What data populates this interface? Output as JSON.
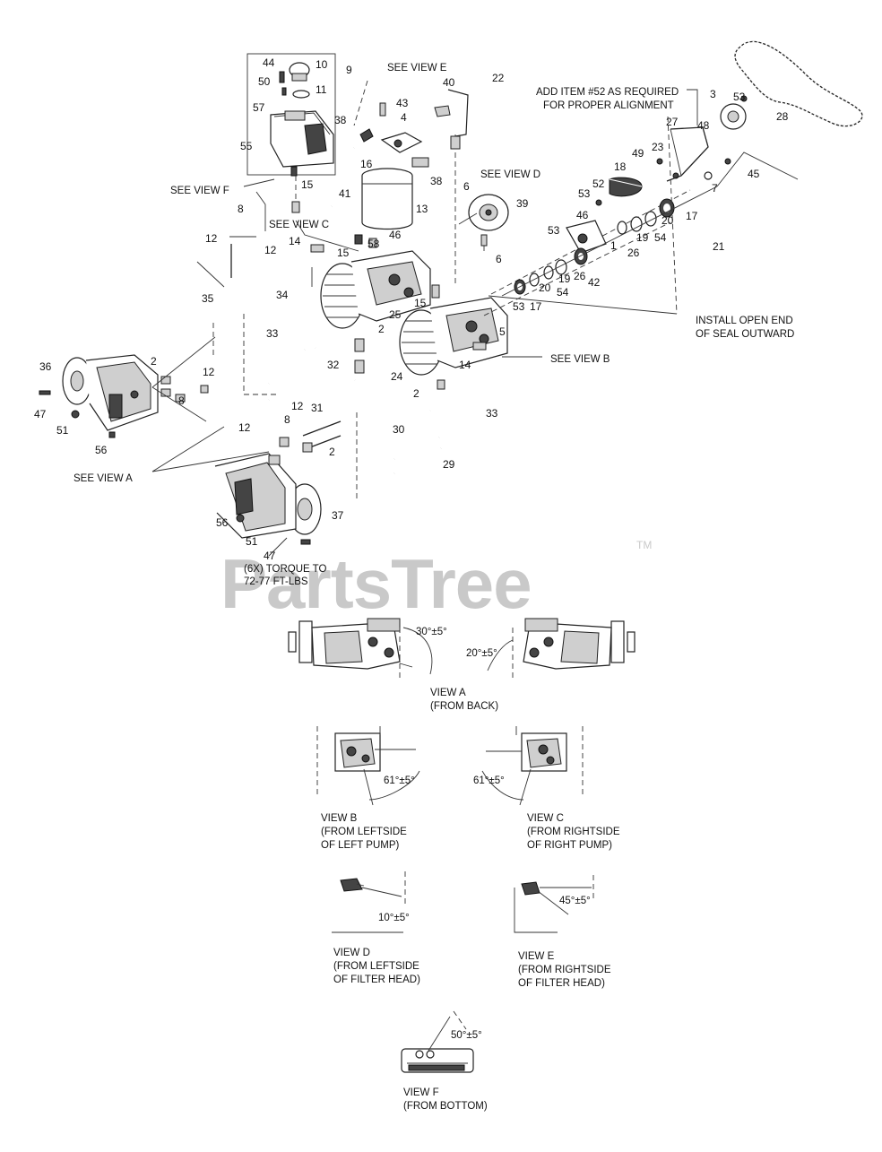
{
  "watermark": {
    "brand": "PartsTree",
    "tm": "TM"
  },
  "callouts": [
    {
      "id": "c44",
      "n": "44"
    },
    {
      "id": "c10",
      "n": "10"
    },
    {
      "id": "c9",
      "n": "9"
    },
    {
      "id": "c50",
      "n": "50"
    },
    {
      "id": "c11",
      "n": "11"
    },
    {
      "id": "c57",
      "n": "57"
    },
    {
      "id": "c43",
      "n": "43"
    },
    {
      "id": "c40",
      "n": "40"
    },
    {
      "id": "c22",
      "n": "22"
    },
    {
      "id": "c4",
      "n": "4"
    },
    {
      "id": "c38a",
      "n": "38"
    },
    {
      "id": "c55",
      "n": "55"
    },
    {
      "id": "c16",
      "n": "16"
    },
    {
      "id": "c38b",
      "n": "38"
    },
    {
      "id": "c15a",
      "n": "15"
    },
    {
      "id": "c41",
      "n": "41"
    },
    {
      "id": "c8a",
      "n": "8"
    },
    {
      "id": "c13",
      "n": "13"
    },
    {
      "id": "c6a",
      "n": "6"
    },
    {
      "id": "c39",
      "n": "39"
    },
    {
      "id": "c6b",
      "n": "6"
    },
    {
      "id": "c12a",
      "n": "12"
    },
    {
      "id": "c12b",
      "n": "12"
    },
    {
      "id": "c14a",
      "n": "14"
    },
    {
      "id": "c15b",
      "n": "15"
    },
    {
      "id": "c58",
      "n": "58"
    },
    {
      "id": "c46a",
      "n": "46"
    },
    {
      "id": "c35",
      "n": "35"
    },
    {
      "id": "c34",
      "n": "34"
    },
    {
      "id": "c25",
      "n": "25"
    },
    {
      "id": "c2a",
      "n": "2"
    },
    {
      "id": "c15c",
      "n": "15"
    },
    {
      "id": "c5",
      "n": "5"
    },
    {
      "id": "c33a",
      "n": "33"
    },
    {
      "id": "c36",
      "n": "36"
    },
    {
      "id": "c2b",
      "n": "2"
    },
    {
      "id": "c32",
      "n": "32"
    },
    {
      "id": "c24",
      "n": "24"
    },
    {
      "id": "c14b",
      "n": "14"
    },
    {
      "id": "c12c",
      "n": "12"
    },
    {
      "id": "c8b",
      "n": "8"
    },
    {
      "id": "c47a",
      "n": "47"
    },
    {
      "id": "c51a",
      "n": "51"
    },
    {
      "id": "c56a",
      "n": "56"
    },
    {
      "id": "c2c",
      "n": "2"
    },
    {
      "id": "c33b",
      "n": "33"
    },
    {
      "id": "c12d",
      "n": "12"
    },
    {
      "id": "c31",
      "n": "31"
    },
    {
      "id": "c8c",
      "n": "8"
    },
    {
      "id": "c12e",
      "n": "12"
    },
    {
      "id": "c2d",
      "n": "2"
    },
    {
      "id": "c30",
      "n": "30"
    },
    {
      "id": "c29",
      "n": "29"
    },
    {
      "id": "c37",
      "n": "37"
    },
    {
      "id": "c56b",
      "n": "56"
    },
    {
      "id": "c51b",
      "n": "51"
    },
    {
      "id": "c47b",
      "n": "47"
    },
    {
      "id": "c3",
      "n": "3"
    },
    {
      "id": "c53a",
      "n": "53"
    },
    {
      "id": "c28",
      "n": "28"
    },
    {
      "id": "c27",
      "n": "27"
    },
    {
      "id": "c48",
      "n": "48"
    },
    {
      "id": "c23",
      "n": "23"
    },
    {
      "id": "c49",
      "n": "49"
    },
    {
      "id": "c45",
      "n": "45"
    },
    {
      "id": "c18",
      "n": "18"
    },
    {
      "id": "c7",
      "n": "7"
    },
    {
      "id": "c52",
      "n": "52"
    },
    {
      "id": "c53b",
      "n": "53"
    },
    {
      "id": "c17a",
      "n": "17"
    },
    {
      "id": "c46b",
      "n": "46"
    },
    {
      "id": "c20a",
      "n": "20"
    },
    {
      "id": "c53c",
      "n": "53"
    },
    {
      "id": "c19a",
      "n": "19"
    },
    {
      "id": "c54a",
      "n": "54"
    },
    {
      "id": "c21",
      "n": "21"
    },
    {
      "id": "c1",
      "n": "1"
    },
    {
      "id": "c26a",
      "n": "26"
    },
    {
      "id": "c19b",
      "n": "19"
    },
    {
      "id": "c26b",
      "n": "26"
    },
    {
      "id": "c42",
      "n": "42"
    },
    {
      "id": "c20b",
      "n": "20"
    },
    {
      "id": "c54b",
      "n": "54"
    },
    {
      "id": "c53d",
      "n": "53"
    },
    {
      "id": "c17b",
      "n": "17"
    }
  ],
  "notes": {
    "see_view_e": "SEE VIEW E",
    "see_view_d": "SEE VIEW D",
    "see_view_f": "SEE VIEW F",
    "see_view_c": "SEE VIEW C",
    "see_view_b": "SEE VIEW B",
    "see_view_a": "SEE VIEW A",
    "add_item_1": "ADD ITEM #52 AS REQUIRED",
    "add_item_2": "FOR PROPER ALIGNMENT",
    "install_1": "INSTALL OPEN END",
    "install_2": "OF SEAL OUTWARD",
    "torque_1": "(6X) TORQUE TO",
    "torque_2": "72-77 FT-LBS"
  },
  "views": {
    "a_angle_left": "30°±5°",
    "a_angle_right": "20°±5°",
    "a_title": "VIEW A",
    "a_sub": "(FROM BACK)",
    "b_angle": "61°±5°",
    "b_title": "VIEW B",
    "b_sub1": "(FROM LEFTSIDE",
    "b_sub2": "OF LEFT PUMP)",
    "c_angle": "61°±5°",
    "c_title": "VIEW C",
    "c_sub1": "(FROM RIGHTSIDE",
    "c_sub2": "OF RIGHT PUMP)",
    "d_angle": "10°±5°",
    "d_title": "VIEW D",
    "d_sub1": "(FROM LEFTSIDE",
    "d_sub2": "OF FILTER HEAD)",
    "e_angle": "45°±5°",
    "e_title": "VIEW E",
    "e_sub1": "(FROM RIGHTSIDE",
    "e_sub2": "OF FILTER HEAD)",
    "f_angle": "50°±5°",
    "f_title": "VIEW F",
    "f_sub": "(FROM BOTTOM)"
  }
}
